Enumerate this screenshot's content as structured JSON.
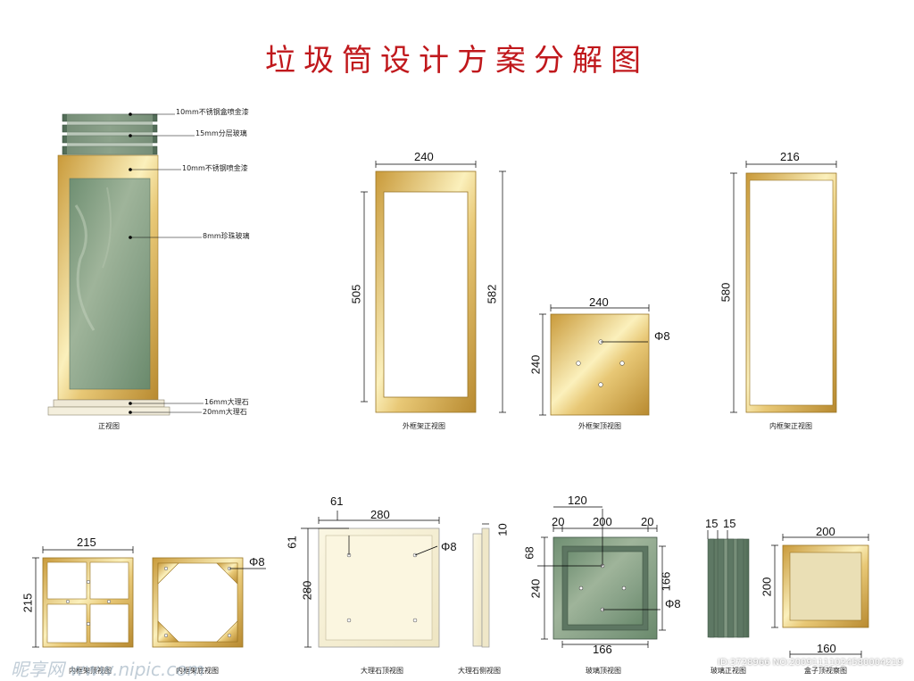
{
  "title": "垃圾筒设计方案分解图",
  "front_view": {
    "callouts": [
      "10mm不锈钢盒喷金漆",
      "15mm分层玻璃",
      "10mm不锈钢喷金漆",
      "8mm珍珠玻璃",
      "16mm大理石",
      "20mm大理石"
    ],
    "caption": "正视图"
  },
  "outer_frame_front": {
    "width": "240",
    "inner_height": "505",
    "outer_height": "582",
    "caption": "外框架正视图"
  },
  "outer_frame_top": {
    "width": "240",
    "height": "240",
    "hole": "Φ8",
    "caption": "外框架顶视图"
  },
  "inner_frame_front": {
    "width": "216",
    "height": "580",
    "caption": "内框架正视图"
  },
  "inner_frame_top": {
    "width": "215",
    "height": "215",
    "caption": "内框架顶视图"
  },
  "inner_frame_bottom": {
    "hole": "Φ8",
    "caption": "内框架底视图"
  },
  "marble_top": {
    "dim1": "61",
    "dim2": "280",
    "dim3": "61",
    "dim4": "280",
    "hole": "Φ8",
    "caption": "大理石顶视图"
  },
  "marble_side": {
    "dim": "10",
    "caption": "大理石侧视图"
  },
  "glass_top": {
    "d120": "120",
    "d20a": "20",
    "d200": "200",
    "d20b": "20",
    "d68": "68",
    "d240": "240",
    "d166v": "166",
    "hole": "Φ8",
    "d166h": "166",
    "caption": "玻璃顶视图"
  },
  "glass_front": {
    "d15a": "15",
    "d15b": "15",
    "caption": "玻璃正视图"
  },
  "box_top": {
    "width": "200",
    "height": "200",
    "inner": "160",
    "caption": "盒子顶视察图"
  },
  "watermark": {
    "brand": "昵享网 www.nipic.com",
    "id": "ID:3728966 NO:20091111024580004219"
  },
  "colors": {
    "title": "#c0181c",
    "gold_light": "#f7e7a4",
    "gold_dark": "#b98a2e",
    "jade": "#7f9c7e",
    "glass_dark": "#5d7662",
    "marble": "#f2ecce"
  }
}
